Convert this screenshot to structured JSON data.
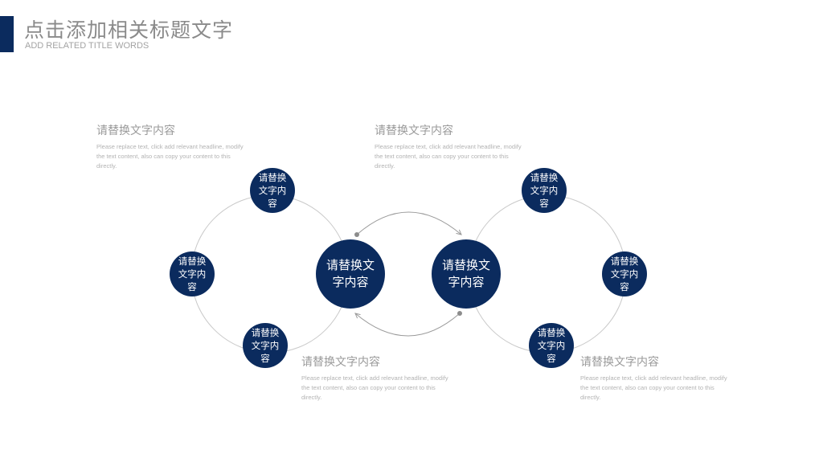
{
  "header": {
    "title": "点击添加相关标题文字",
    "subtitle": "ADD RELATED TITLE WORDS",
    "accent_color": "#0b2b5e"
  },
  "diagram": {
    "node_color": "#0b2b5e",
    "center_left": "请替换文字内容",
    "center_right": "请替换文字内容",
    "left_top": "请替换文字内容",
    "left_mid": "请替换文字内容",
    "left_bottom": "请替换文字内容",
    "right_top": "请替换文字内容",
    "right_mid": "请替换文字内容",
    "right_bottom": "请替换文字内容"
  },
  "text_blocks": {
    "top_left": {
      "title": "请替换文字内容",
      "body": "Please replace text, click add relevant headline, modify the text content, also can copy your content to this directly."
    },
    "top_right": {
      "title": "请替换文字内容",
      "body": "Please replace text, click add relevant headline, modify the text content, also can copy your content to this directly."
    },
    "bottom_left": {
      "title": "请替换文字内容",
      "body": "Please replace text, click add relevant headline, modify the text content, also can copy your content to this directly."
    },
    "bottom_right": {
      "title": "请替换文字内容",
      "body": "Please replace text, click add relevant headline, modify the text content, also can copy your content to this directly."
    }
  }
}
